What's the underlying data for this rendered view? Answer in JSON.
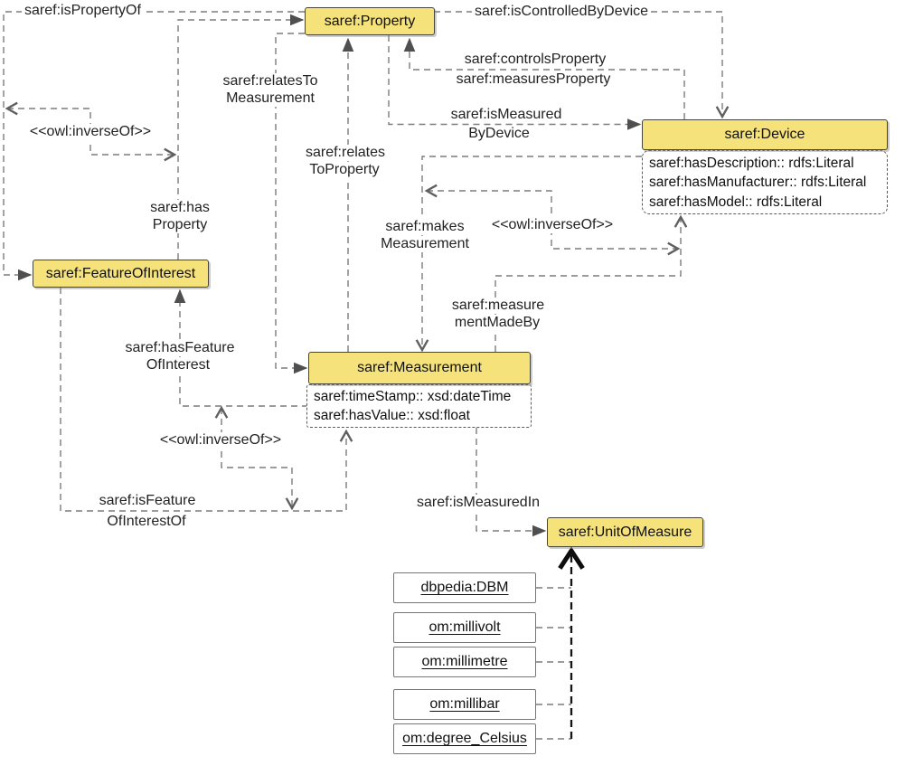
{
  "colors": {
    "class_fill": "#f5e27b",
    "class_border": "#45453b",
    "edge_line": "#7c7c7c",
    "instance_edge_line": "#141414",
    "text": "#111111"
  },
  "nodes": {
    "property": {
      "label": "saref:Property"
    },
    "device": {
      "label": "saref:Device",
      "attributes": [
        "saref:hasDescription:: rdfs:Literal",
        "saref:hasManufacturer:: rdfs:Literal",
        "saref:hasModel:: rdfs:Literal"
      ]
    },
    "feature_of_interest": {
      "label": "saref:FeatureOfInterest"
    },
    "measurement": {
      "label": "saref:Measurement",
      "attributes": [
        "saref:timeStamp:: xsd:dateTime",
        "saref:hasValue:: xsd:float"
      ]
    },
    "unit_of_measure": {
      "label": "saref:UnitOfMeasure"
    }
  },
  "instances": [
    "dbpedia:DBM",
    "om:millivolt",
    "om:millimetre",
    "om:millibar",
    "om:degree_Celsius"
  ],
  "edge_labels": {
    "is_property_of": "saref:isPropertyOf",
    "is_controlled_by_device": "saref:isControlledByDevice",
    "controls_property": "saref:controlsProperty",
    "measures_property": "saref:measuresProperty",
    "relates_to_measurement": [
      "saref:relatesTo",
      "Measurement"
    ],
    "relates_to_property": [
      "saref:relates",
      "ToProperty"
    ],
    "is_measured_by_device": [
      "saref:isMeasured",
      "ByDevice"
    ],
    "has_property": [
      "saref:has",
      "Property"
    ],
    "makes_measurement": [
      "saref:makes",
      "Measurement"
    ],
    "measurement_made_by": [
      "saref:measure",
      "mentMadeBy"
    ],
    "has_feature_of_interest": [
      "saref:hasFeature",
      "OfInterest"
    ],
    "is_feature_of_interest_of": [
      "saref:isFeature",
      "OfInterestOf"
    ],
    "is_measured_in": "saref:isMeasuredIn",
    "inverse_of": "<<owl:inverseOf>>"
  }
}
